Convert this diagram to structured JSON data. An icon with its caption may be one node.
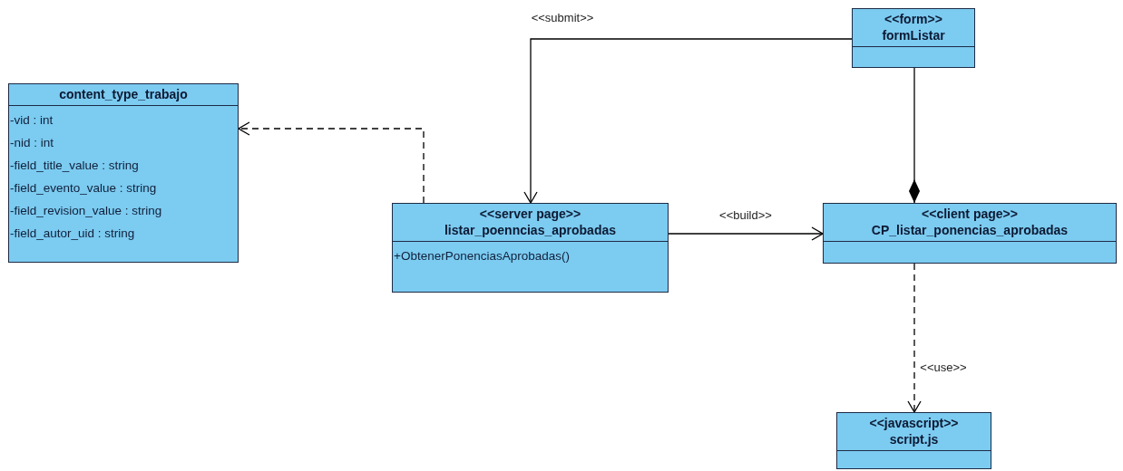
{
  "diagram": {
    "nodes": [
      {
        "text": [
          "content_type_trabajo",
          "-vid : int",
          "-nid : int",
          "-field_title_value : string",
          "-field_evento_value : string",
          "-field_revision_value : string",
          "-field_autor_uid : string"
        ]
      },
      {
        "text": [
          "<<server page>>",
          "listar_poenncias_aprobadas",
          "+ObtenerPonenciasAprobadas()"
        ]
      },
      {
        "text": [
          "<<form>>",
          "formListar"
        ]
      },
      {
        "text": [
          "<<client page>>",
          "CP_listar_ponencias_aprobadas"
        ]
      },
      {
        "text": [
          "<<javascript>>",
          "script.js"
        ]
      }
    ],
    "edges": [
      {
        "from": 1,
        "to": 0,
        "arrow": "to",
        "style": "dashed"
      },
      {
        "from": 2,
        "to": 1,
        "arrow": "to",
        "label": "<<submit>>"
      },
      {
        "from": 1,
        "to": 3,
        "arrow": "to",
        "label": "<<build>>"
      },
      {
        "from": 2,
        "to": 3,
        "arrow": "other"
      },
      {
        "from": 3,
        "to": 4,
        "arrow": "to",
        "style": "dashed",
        "label": "<<use>>"
      }
    ]
  }
}
